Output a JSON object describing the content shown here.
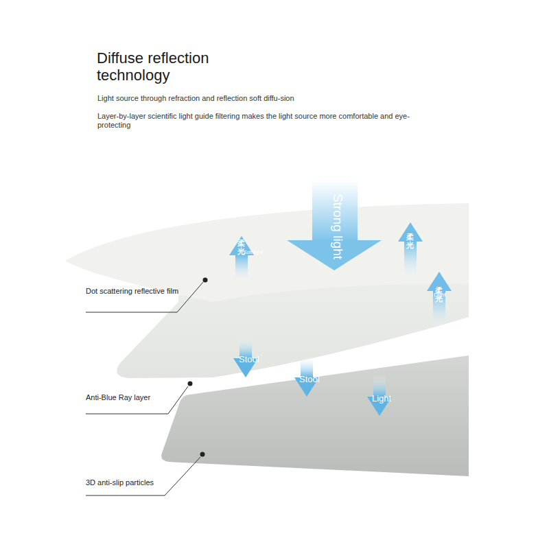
{
  "diagram": {
    "title": "Diffuse reflection technology",
    "labels": [
      "Light source through refraction and reflection soft diffu-sion",
      "Layer-by-layer scientific light guide filtering makes the light source more comfortable and eye-protecting",
      "Strong light",
      "柔光",
      "Soft light",
      "柔光",
      "柔光",
      "Light",
      "Stool",
      "Stool",
      "Light",
      "Dot scattering reflective film",
      "Anti-Blue Ray layer",
      "3D anti-slip particles"
    ]
  }
}
